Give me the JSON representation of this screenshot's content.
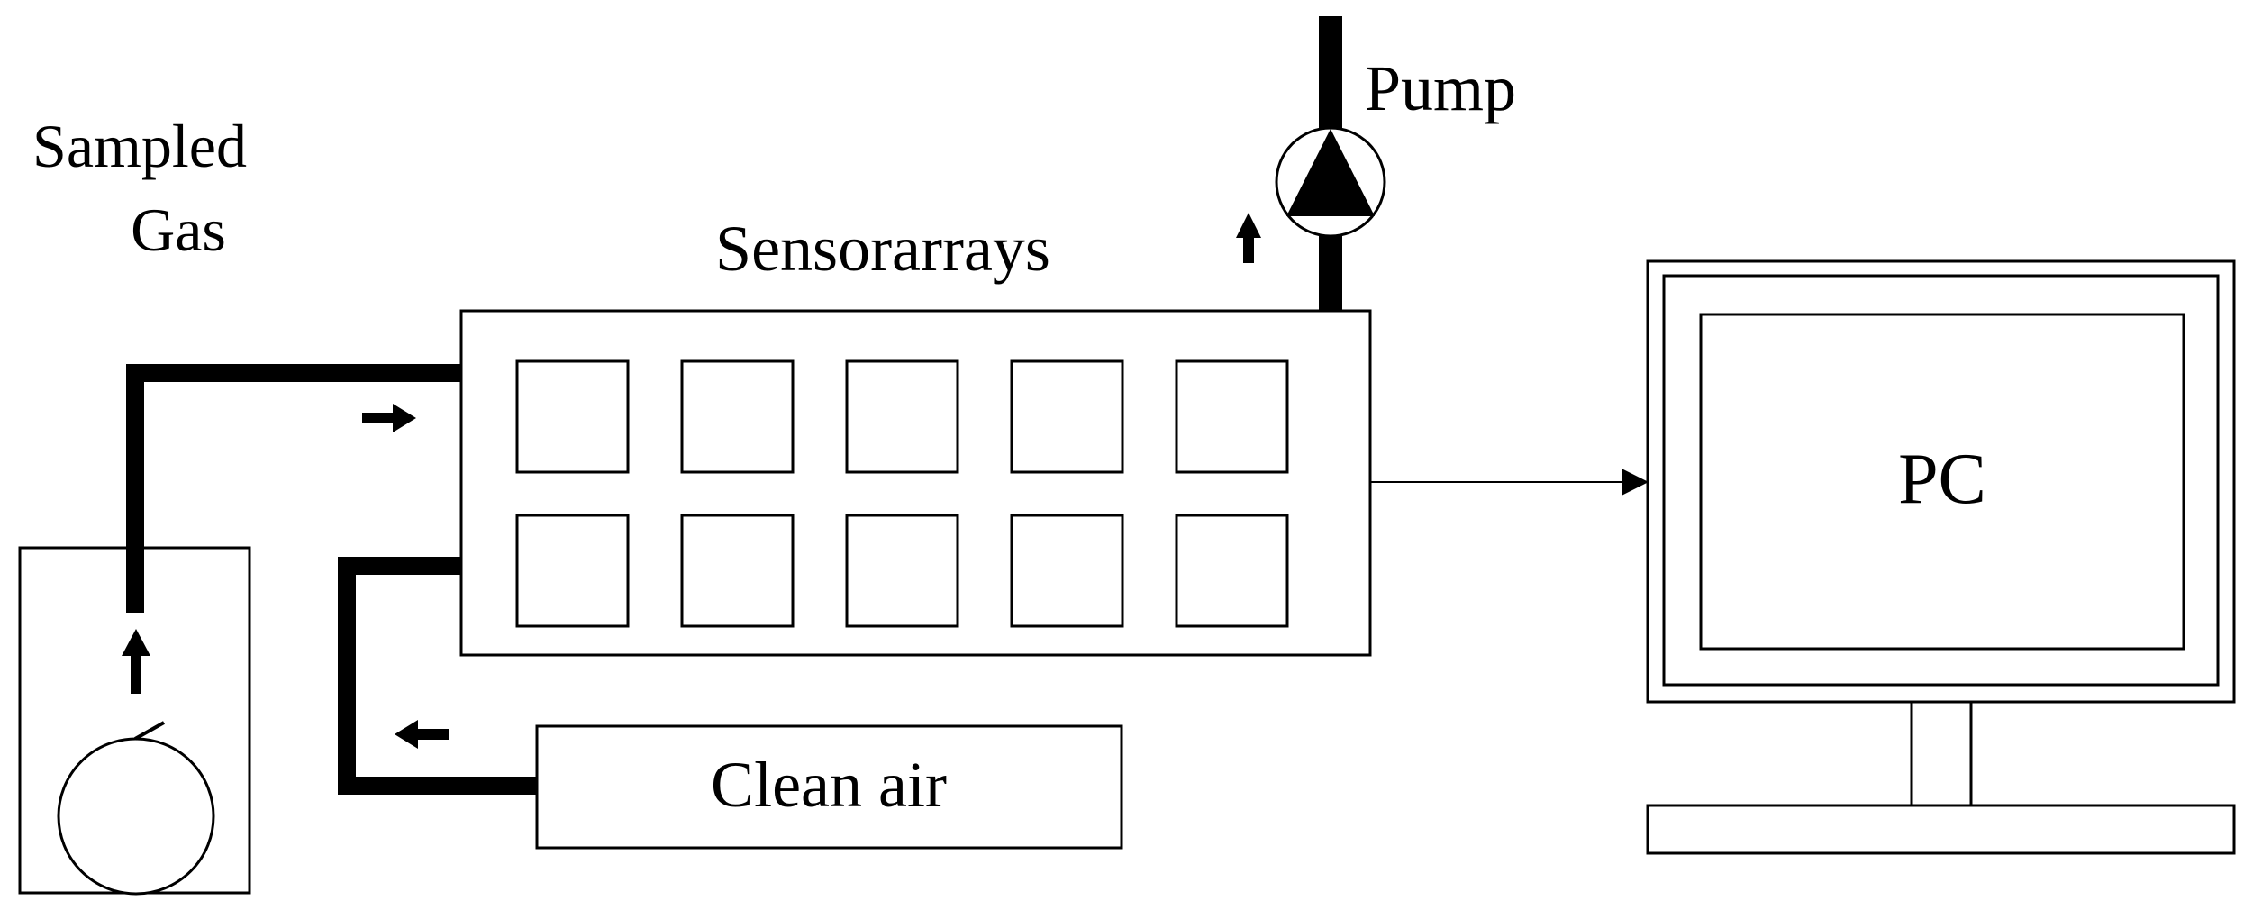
{
  "labels": {
    "sampled_gas_line1": "Sampled",
    "sampled_gas_line2": "Gas",
    "sensor_arrays": "Sensorarrays",
    "pump": "Pump",
    "pc": "PC",
    "clean_air": "Clean air"
  },
  "sensor_grid": {
    "rows": 2,
    "cols": 5
  },
  "colors": {
    "stroke": "#000000",
    "background": "#ffffff"
  }
}
